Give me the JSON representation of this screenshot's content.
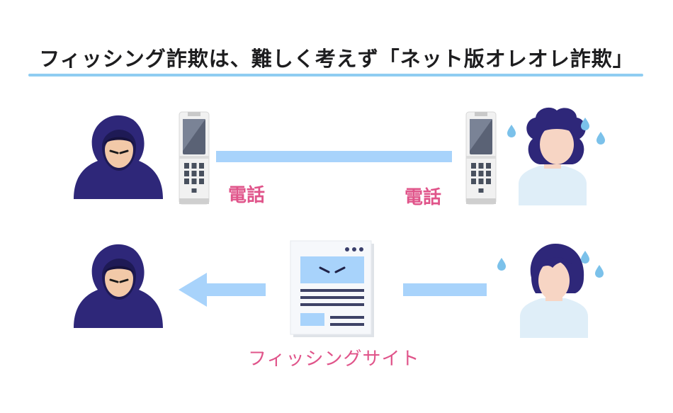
{
  "title": "フィッシング詐欺は、難しく考えず「ネット版オレオレ詐欺」",
  "labels": {
    "phone_left": "電話",
    "phone_right": "電話",
    "site": "フィッシングサイト"
  },
  "colors": {
    "accent_line": "#8fcdf2",
    "label": "#e0548a",
    "hood": "#2e2779",
    "skin": "#f7d5c4",
    "arrow": "#a8d3fb"
  }
}
